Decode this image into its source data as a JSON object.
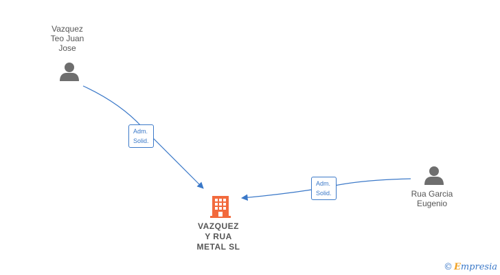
{
  "nodes": {
    "person1": {
      "name": "Vazquez\nTeo Juan\nJose",
      "icon": "person-icon"
    },
    "person2": {
      "name": "Rua Garcia\nEugenio",
      "icon": "person-icon"
    },
    "company": {
      "name": "VAZQUEZ\nY RUA\nMETAL  SL",
      "icon": "building-icon"
    }
  },
  "edges": [
    {
      "from": "person1",
      "to": "company",
      "label": "Adm.\nSolid."
    },
    {
      "from": "person2",
      "to": "company",
      "label": "Adm.\nSolid."
    }
  ],
  "colors": {
    "person": "#6e6e6e",
    "company": "#f26a3d",
    "edge": "#3a78c8",
    "label_text": "#555555"
  },
  "watermark": {
    "copyright": "©",
    "brand_initial": "E",
    "brand_rest": "mpresia"
  }
}
